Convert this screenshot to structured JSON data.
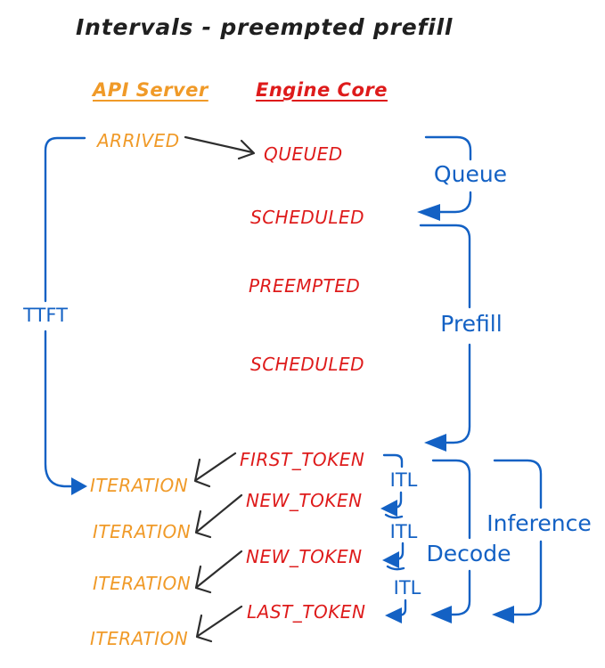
{
  "title": "Intervals - preempted prefill",
  "colors": {
    "orange_api": "#F09A28",
    "red_engine": "#DE1B1B",
    "blue_interval": "#1361C4",
    "black_arrow": "#2E2E2E"
  },
  "columns": {
    "api_server": {
      "header": "API Server",
      "events": [
        "ARRIVED",
        "ITERATION",
        "ITERATION",
        "ITERATION",
        "ITERATION"
      ]
    },
    "engine_core": {
      "header": "Engine Core",
      "events": [
        "QUEUED",
        "SCHEDULED",
        "PREEMPTED",
        "SCHEDULED",
        "FIRST_TOKEN",
        "NEW_TOKEN",
        "NEW_TOKEN",
        "LAST_TOKEN"
      ]
    }
  },
  "intervals": {
    "ttft": "TTFT",
    "queue": "Queue",
    "prefill": "Prefill",
    "decode": "Decode",
    "inference": "Inference",
    "itl": [
      "ITL",
      "ITL",
      "ITL"
    ]
  }
}
